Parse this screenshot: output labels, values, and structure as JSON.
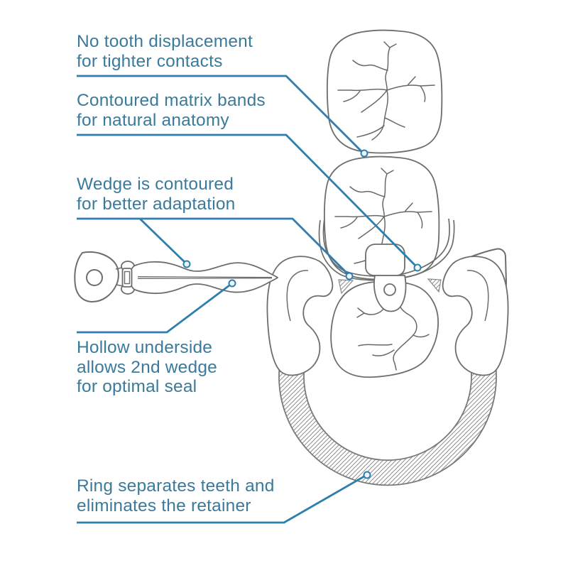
{
  "colors": {
    "background": "#ffffff",
    "label_text": "#3b7a9a",
    "leader_line": "#2e7fad",
    "drawing_outline": "#6d6d6d",
    "hatch_gray": "#8f8f8f"
  },
  "labels": {
    "no_tooth_displacement": {
      "lines": [
        "No tooth displacement",
        "for tighter contacts"
      ]
    },
    "contoured_matrix_bands": {
      "lines": [
        "Contoured matrix bands",
        "for natural anatomy"
      ]
    },
    "wedge_contoured": {
      "lines": [
        "Wedge is contoured",
        "for better adaptation"
      ]
    },
    "hollow_underside": {
      "lines": [
        "Hollow underside",
        "allows 2nd wedge",
        "for optimal seal"
      ]
    },
    "ring_separates": {
      "lines": [
        "Ring separates teeth and",
        "eliminates the retainer"
      ]
    }
  },
  "illustration": {
    "parts": [
      "upper-molar-occlusal-view",
      "adjacent-molar-with-matrix-band",
      "interproximal-wedge",
      "wedge-instrument",
      "separator-ring-with-tines",
      "molar-inside-ring"
    ]
  }
}
